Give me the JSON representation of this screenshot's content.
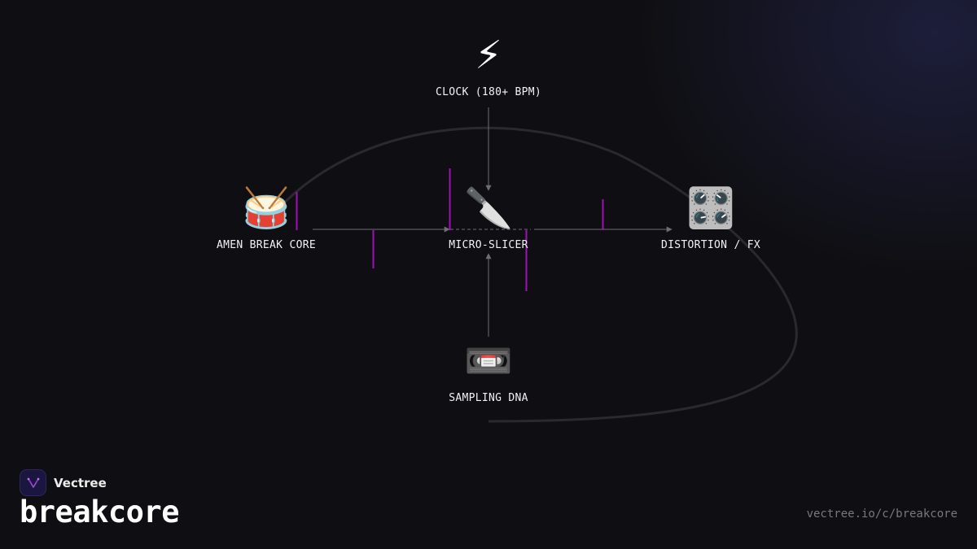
{
  "diagram": {
    "nodes": [
      {
        "id": "clock",
        "icon_name": "lightning-icon",
        "icon": "⚡",
        "label": "CLOCK (180+ BPM)"
      },
      {
        "id": "amen",
        "icon_name": "drum-icon",
        "icon": "🥁",
        "label": "AMEN BREAK CORE"
      },
      {
        "id": "slicer",
        "icon_name": "knife-icon",
        "icon": "🔪",
        "label": "MICRO-SLICER"
      },
      {
        "id": "distortion",
        "icon_name": "control-knobs-icon",
        "icon": "🎛️",
        "label": "DISTORTION / FX"
      },
      {
        "id": "sampling",
        "icon_name": "videocassette-icon",
        "icon": "📼",
        "label": "SAMPLING DNA"
      }
    ],
    "edges": [
      {
        "from": "clock",
        "to": "slicer"
      },
      {
        "from": "amen",
        "to": "slicer"
      },
      {
        "from": "sampling",
        "to": "slicer"
      },
      {
        "from": "slicer",
        "to": "distortion"
      }
    ]
  },
  "colors": {
    "background": "#0f0f13",
    "edge": "#6e6e74",
    "accent": "#a010b8",
    "arc": "#2a2a2c"
  },
  "brand": {
    "name": "Vectree",
    "logo_icon": "vectree-logo-icon"
  },
  "page": {
    "title": "breakcore",
    "url": "vectree.io/c/breakcore"
  }
}
